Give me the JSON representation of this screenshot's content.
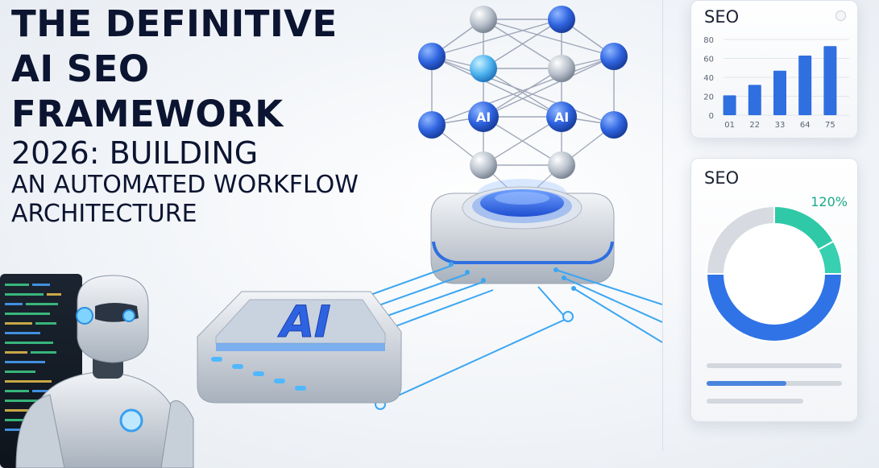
{
  "title": {
    "line1": "THE DEFINITIVE",
    "line2": "AI SEO",
    "line3": "FRAMEWORK",
    "line4": "2026: BUILDING",
    "line5": "AN AUTOMATED WORKFLOW",
    "line6": "ARCHITECTURE"
  },
  "network": {
    "node_label_left": "AI",
    "node_label_right": "AI"
  },
  "device": {
    "label": "AI"
  },
  "colors": {
    "accent_blue": "#2f6fe0",
    "teal": "#2fc9a8",
    "navy": "#0b1430"
  },
  "card1": {
    "title": "SEO"
  },
  "card2": {
    "title": "SEO",
    "percent": "120%"
  },
  "chart_data": [
    {
      "type": "bar",
      "title": "SEO",
      "categories": [
        "01",
        "22",
        "33",
        "64",
        "75"
      ],
      "values": [
        21,
        32,
        47,
        63,
        73
      ],
      "yticks": [
        "80",
        "60",
        "40",
        "20",
        "0"
      ],
      "ylim": [
        0,
        80
      ],
      "grid": true,
      "color": "#2f6fe0"
    },
    {
      "type": "pie",
      "title": "SEO",
      "annotation": "120%",
      "values": [
        {
          "share": 0.17,
          "color": "#2fc9a8"
        },
        {
          "share": 0.08,
          "color": "#37d0b1"
        },
        {
          "share": 0.5,
          "color": "#2f73e6"
        },
        {
          "share": 0.25,
          "color": "#d7dbe1"
        }
      ]
    }
  ],
  "progress_bars": [
    {
      "value": 1.0,
      "fill": false
    },
    {
      "value": 0.59,
      "fill": true
    },
    {
      "value": 0.0,
      "fill": false
    }
  ]
}
